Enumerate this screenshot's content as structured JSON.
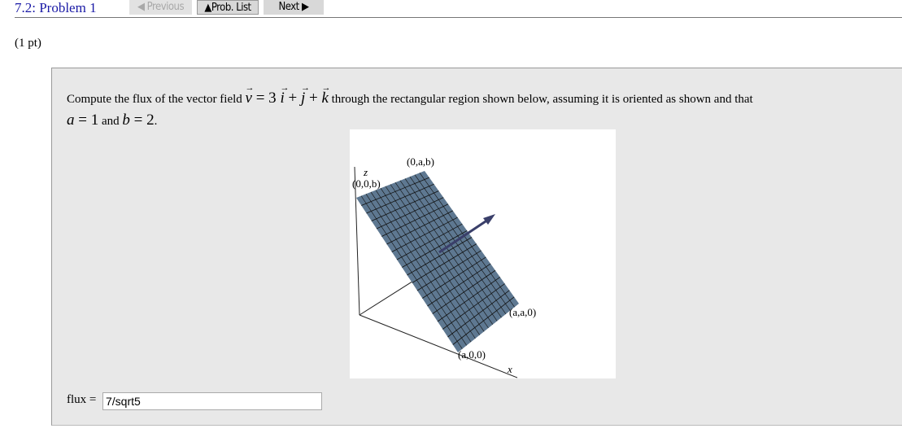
{
  "header": {
    "title": "7.2: Problem 1",
    "nav": {
      "previous": "◀ Previous",
      "prob_list": "▲Prob. List",
      "next": "Next ▶"
    }
  },
  "points": "(1 pt)",
  "problem": {
    "text_1": "Compute the flux of the vector field ",
    "v": "v",
    "eq": " = 3 ",
    "i": "i",
    "plus1": " + ",
    "j": "j",
    "plus2": " + ",
    "k": "k",
    "text_2": " through the rectangular region shown below, assuming it is oriented as shown and that",
    "a_sym": "a",
    "a_eq": " = 1",
    "and": " and ",
    "b_sym": "b",
    "b_eq": " = 2",
    "period": "."
  },
  "figure": {
    "labels": {
      "z": "z",
      "x": "x",
      "p00b": "(0,0,b)",
      "p0ab": "(0,a,b)",
      "paa0": "(a,a,0)",
      "pa00": "(a,0,0)"
    },
    "surface_color": "#5e7891"
  },
  "answer": {
    "label": "flux =",
    "value": "7/sqrt5"
  }
}
